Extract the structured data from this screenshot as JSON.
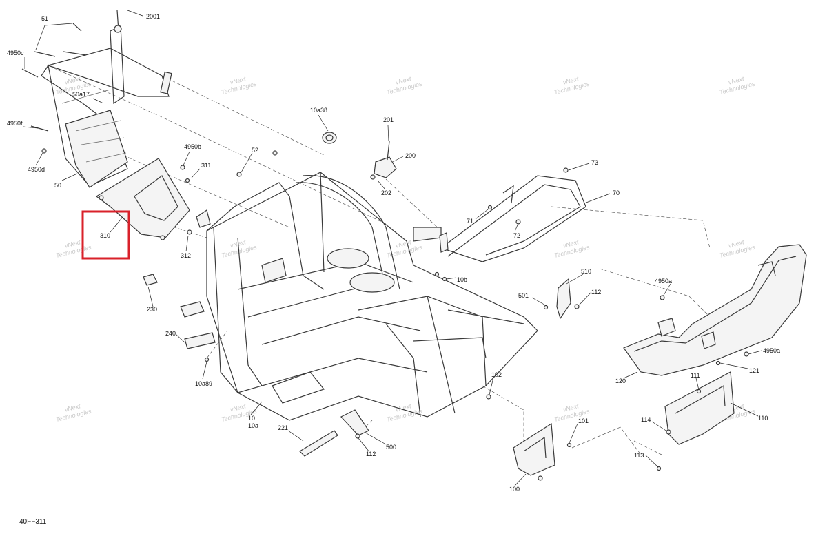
{
  "figure_code": "40FF311",
  "watermark": {
    "line1": "vNext",
    "line2": "Technologies"
  },
  "callouts": [
    "2001",
    "51",
    "4950c",
    "50a17",
    "4950f",
    "4950d",
    "50",
    "4950b",
    "311",
    "312",
    "310",
    "52",
    "10a38",
    "201",
    "200",
    "202",
    "73",
    "70",
    "71",
    "72",
    "10b",
    "230",
    "240",
    "10a89",
    "10",
    "10a",
    "221",
    "112",
    "500",
    "102",
    "101",
    "100",
    "501",
    "510",
    "4950a",
    "121",
    "120",
    "111",
    "114",
    "110",
    "113"
  ],
  "highlight": {
    "label": "310",
    "color": "#d9212a"
  }
}
